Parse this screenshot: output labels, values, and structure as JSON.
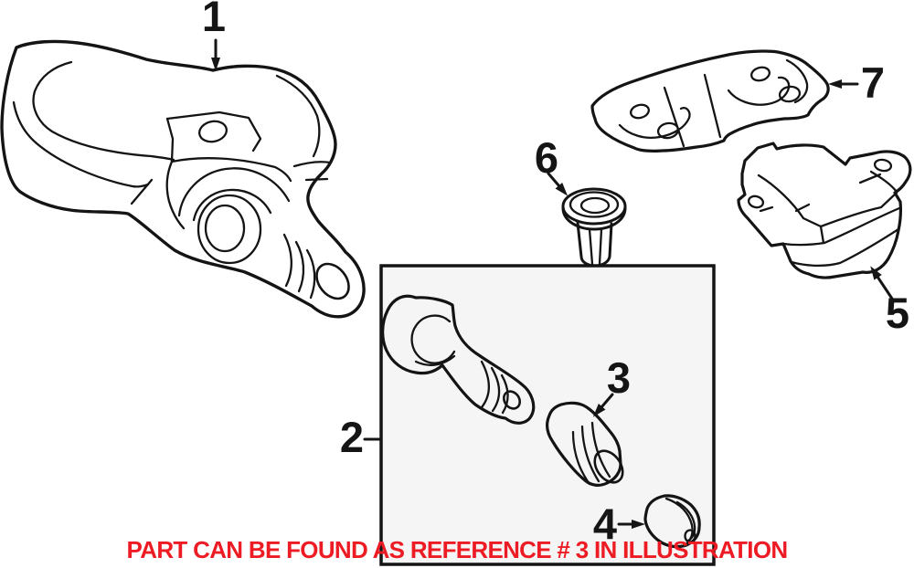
{
  "figure": {
    "notice_text": "PART CAN BE FOUND AS REFERENCE # 3 IN ILLUSTRATION",
    "callouts": [
      {
        "ref": "1"
      },
      {
        "ref": "2"
      },
      {
        "ref": "3"
      },
      {
        "ref": "4"
      },
      {
        "ref": "5"
      },
      {
        "ref": "6"
      },
      {
        "ref": "7"
      }
    ],
    "colors": {
      "line": "#141414",
      "notice_red": "#ed1c24",
      "background": "#ffffff",
      "box_fill": "#f5f5f5"
    }
  }
}
